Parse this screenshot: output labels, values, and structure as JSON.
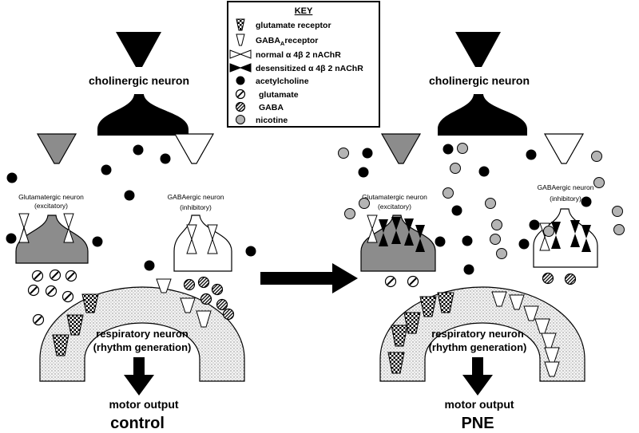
{
  "key": {
    "title": "KEY",
    "items": [
      {
        "icon": "glutamate-receptor-icon",
        "label": "glutamate receptor"
      },
      {
        "icon": "gaba-receptor-icon",
        "label": "GABA",
        "sub": "A",
        "label_after": "receptor"
      },
      {
        "icon": "normal-nachr-icon",
        "label": "normal α 4β 2 nAChR"
      },
      {
        "icon": "desensitized-nachr-icon",
        "label": "desensitized α 4β 2 nAChR"
      },
      {
        "icon": "acetylcholine-icon",
        "label": "acetylcholine"
      },
      {
        "icon": "glutamate-icon",
        "label": "glutamate"
      },
      {
        "icon": "gaba-icon",
        "label": "GABA"
      },
      {
        "icon": "nicotine-icon",
        "label": "nicotine"
      }
    ]
  },
  "colors": {
    "ink": "#000000",
    "glutamatergic_fill": "#8c8c8c",
    "nicotine_fill": "#b4b4b4",
    "stipple": "#d8d8d8"
  },
  "panels": [
    {
      "cholinergic_label": "cholinergic neuron",
      "glutamatergic_label_1": "Glutamatergic neuron",
      "glutamatergic_label_2": "(excitatory)",
      "gabaergic_label_1": "GABAergic neuron",
      "gabaergic_label_2": "(inhibitory)",
      "respiratory_label_1": "respiratory neuron",
      "respiratory_label_2": "(rhythm generation)",
      "motor_label": "motor output",
      "condition_label": "control"
    },
    {
      "cholinergic_label": "cholinergic neuron",
      "glutamatergic_label_1": "Glutamatergic neuron",
      "glutamatergic_label_2": "(excitatory)",
      "gabaergic_label_1": "GABAergic neuron",
      "gabaergic_label_2": "(inhibitory)",
      "respiratory_label_1": "respiratory neuron",
      "respiratory_label_2": "(rhythm generation)",
      "motor_label": "motor output",
      "condition_label": "PNE"
    }
  ]
}
